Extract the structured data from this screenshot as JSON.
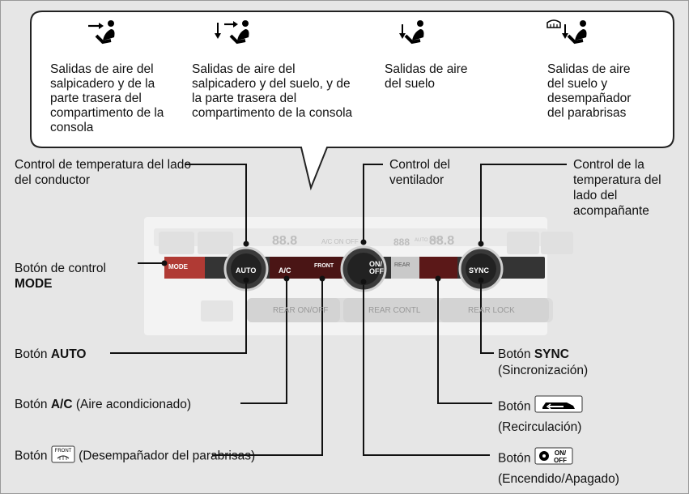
{
  "airflow_modes": [
    {
      "icon": "dash-vents-icon",
      "text": "Salidas de aire del salpicadero y de la parte trasera del compartimento de la consola"
    },
    {
      "icon": "dash-and-floor-vents-icon",
      "text": "Salidas de aire del salpicadero y del suelo, y de la parte trasera del compartimento de la consola"
    },
    {
      "icon": "floor-vents-icon",
      "text": "Salidas de aire del suelo"
    },
    {
      "icon": "floor-and-defrost-icon",
      "text": "Salidas de aire del suelo y desempañador del parabrisas"
    }
  ],
  "callouts": {
    "driver_temp": "Control de temperatura del lado del conductor",
    "fan": "Control del ventilador",
    "passenger_temp": "Control de la temperatura del lado del acompañante",
    "mode_prefix": "Botón de control",
    "mode_name": "MODE",
    "auto_prefix": "Botón",
    "auto_name": "AUTO",
    "ac_prefix": "Botón",
    "ac_name": "A/C",
    "ac_suffix": "(Aire acondicionado)",
    "defrost_prefix": "Botón",
    "defrost_suffix": "(Desempañador del parabrisas)",
    "sync_prefix": "Botón",
    "sync_name": "SYNC",
    "sync_suffix": "(Sincronización)",
    "recirc_prefix": "Botón",
    "recirc_suffix": "(Recirculación)",
    "onoff_prefix": "Botón",
    "onoff_suffix": "(Encendido/Apagado)"
  },
  "panel": {
    "mode": "MODE",
    "auto": "AUTO",
    "ac": "A/C",
    "front": "FRONT",
    "on_off": "ON/ OFF",
    "sync": "SYNC",
    "rear": "REAR",
    "rear_on_off": "REAR ON/OFF",
    "rear_contl": "REAR CONTL",
    "rear_lock": "REAR LOCK",
    "display_left": "88.8",
    "display_right": "88.8",
    "display_mid": "888",
    "ac_on_off": "A/C ON OFF",
    "auto_lock": "AUTO LOCK"
  },
  "inline_buttons": {
    "front": "FRONT",
    "on": "ON/",
    "off": "OFF"
  }
}
